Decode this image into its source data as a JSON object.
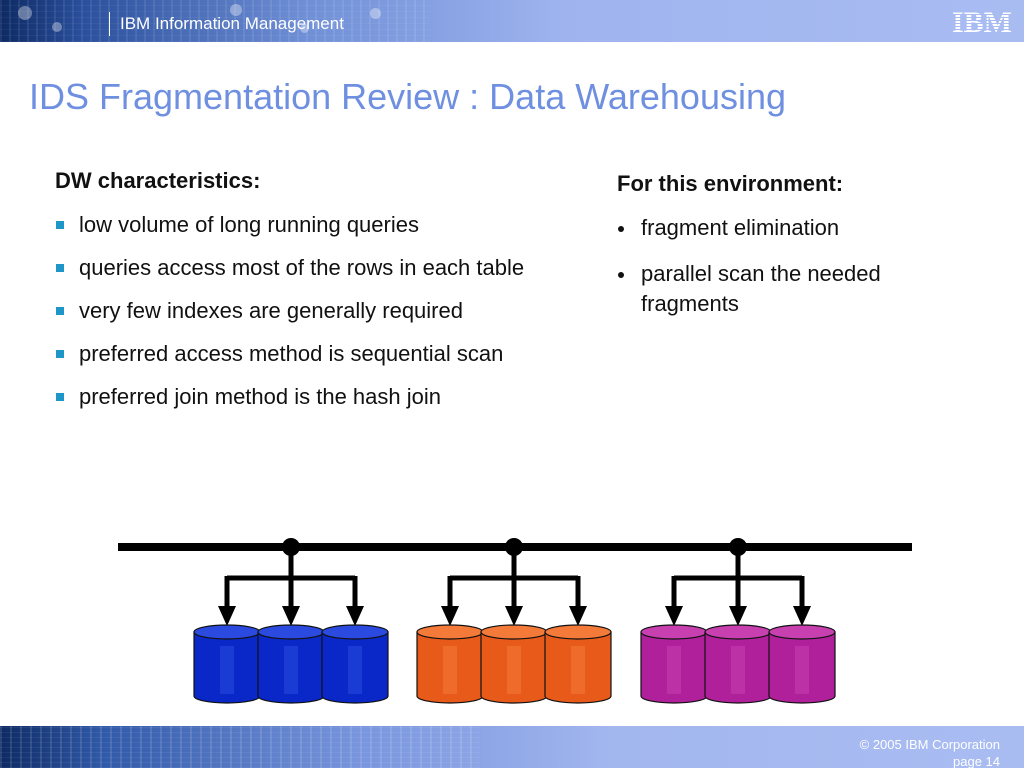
{
  "header": {
    "product_name": "IBM Information Management",
    "logo_text": "IBM",
    "logo_icon": "ibm-logo-icon"
  },
  "title": "IDS Fragmentation Review : Data Warehousing",
  "left_column": {
    "heading": "DW characteristics:",
    "items": [
      "low volume of  long running queries",
      "queries access most of the rows in each table",
      "very few indexes are generally required",
      "preferred access method is sequential scan",
      "preferred join method is the hash join"
    ]
  },
  "right_column": {
    "heading": "For this environment:",
    "items": [
      "fragment elimination",
      "parallel scan the needed fragments"
    ]
  },
  "diagram": {
    "groups": [
      {
        "color": "#0a28c8",
        "dark": "#061a8a",
        "light": "#2a4ae0"
      },
      {
        "color": "#e85a1a",
        "dark": "#a8390a",
        "light": "#f47a3a"
      },
      {
        "color": "#b0209a",
        "dark": "#7a1068",
        "light": "#c840b0"
      }
    ],
    "disks_per_group": 3
  },
  "footer": {
    "copyright": "© 2005 IBM Corporation",
    "page": "page 14"
  }
}
